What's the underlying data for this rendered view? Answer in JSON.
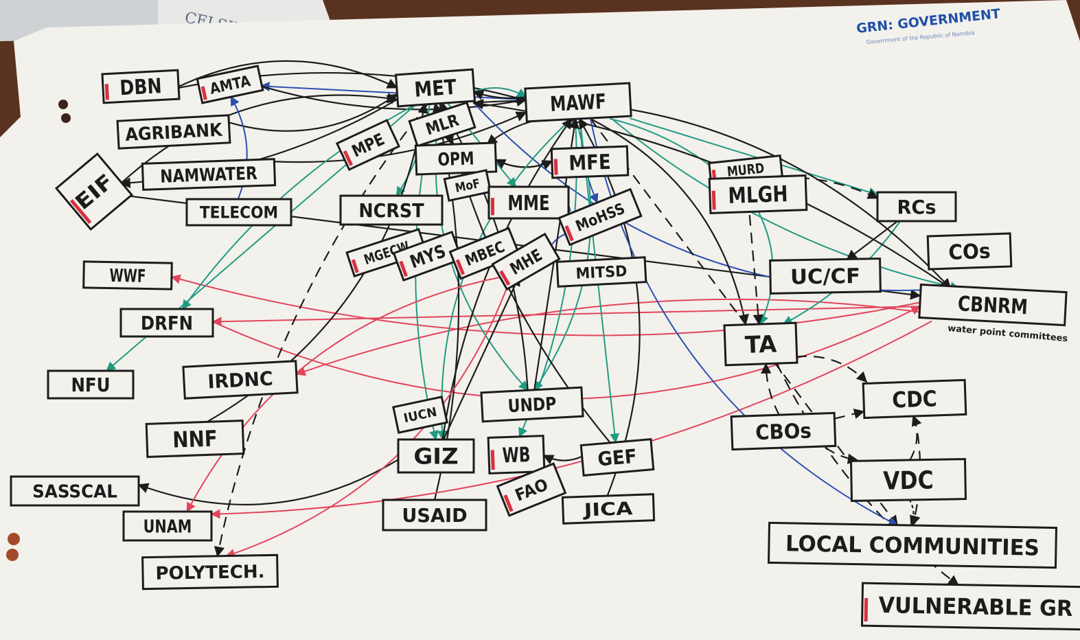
{
  "legend": {
    "title": "GRN: GOVERNMENT",
    "subtitle": "Government of the Republic of Namibia"
  },
  "corner_label": "CELSIUS",
  "nodes": [
    {
      "id": "DBN",
      "label": "DBN"
    },
    {
      "id": "AMTA",
      "label": "AMTA"
    },
    {
      "id": "AGRIBANK",
      "label": "AGRIBANK"
    },
    {
      "id": "EIF",
      "label": "EIF"
    },
    {
      "id": "NAMWATER",
      "label": "NAMWATER"
    },
    {
      "id": "TELECOM",
      "label": "TELECOM"
    },
    {
      "id": "MET",
      "label": "MET"
    },
    {
      "id": "MAWF",
      "label": "MAWF"
    },
    {
      "id": "MLR",
      "label": "MLR"
    },
    {
      "id": "MPE",
      "label": "MPE"
    },
    {
      "id": "OPM",
      "label": "OPM"
    },
    {
      "id": "MFE",
      "label": "MFE"
    },
    {
      "id": "MOF",
      "label": "MoF"
    },
    {
      "id": "NCRST",
      "label": "NCRST"
    },
    {
      "id": "MME",
      "label": "MME"
    },
    {
      "id": "MOHSS",
      "label": "MoHSS"
    },
    {
      "id": "MGECW",
      "label": "MGECW"
    },
    {
      "id": "MYS",
      "label": "MYS"
    },
    {
      "id": "MBEC",
      "label": "MBEC"
    },
    {
      "id": "MHE",
      "label": "MHE"
    },
    {
      "id": "MITSD",
      "label": "MITSD"
    },
    {
      "id": "MURD",
      "label": "MURD"
    },
    {
      "id": "MLGH",
      "label": "MLGH"
    },
    {
      "id": "RCS",
      "label": "RCs"
    },
    {
      "id": "COS",
      "label": "COs"
    },
    {
      "id": "UCCF",
      "label": "UC/CF"
    },
    {
      "id": "CBNRM",
      "label": "CBNRM"
    },
    {
      "id": "WWF",
      "label": "WWF"
    },
    {
      "id": "DRFN",
      "label": "DRFN"
    },
    {
      "id": "TA",
      "label": "TA"
    },
    {
      "id": "NFU",
      "label": "NFU"
    },
    {
      "id": "IRDNC",
      "label": "IRDNC"
    },
    {
      "id": "NNF",
      "label": "NNF"
    },
    {
      "id": "SASSCAL",
      "label": "SASSCAL"
    },
    {
      "id": "UNAM",
      "label": "UNAM"
    },
    {
      "id": "POLYTECH",
      "label": "POLYTECH."
    },
    {
      "id": "IUCN",
      "label": "IUCN"
    },
    {
      "id": "UNDP",
      "label": "UNDP"
    },
    {
      "id": "GIZ",
      "label": "GIZ"
    },
    {
      "id": "WB",
      "label": "WB"
    },
    {
      "id": "GEF",
      "label": "GEF"
    },
    {
      "id": "FAO",
      "label": "FAO"
    },
    {
      "id": "USAID",
      "label": "USAID"
    },
    {
      "id": "JICA",
      "label": "JICA"
    },
    {
      "id": "CDC",
      "label": "CDC"
    },
    {
      "id": "CBOS",
      "label": "CBOs"
    },
    {
      "id": "VDC",
      "label": "VDC"
    },
    {
      "id": "LOCAL",
      "label": "LOCAL COMMUNITIES"
    },
    {
      "id": "VULN",
      "label": "VULNERABLE GR"
    }
  ],
  "cbnrm_note": "water point committees",
  "edges": [
    {
      "from": "DBN",
      "to": "MET",
      "color": "black"
    },
    {
      "from": "DBN",
      "to": "MAWF",
      "color": "black"
    },
    {
      "from": "MAWF",
      "to": "AMTA",
      "color": "blue"
    },
    {
      "from": "AMTA",
      "to": "MAWF",
      "color": "black"
    },
    {
      "from": "AGRIBANK",
      "to": "MET",
      "color": "black"
    },
    {
      "from": "EIF",
      "to": "MET",
      "color": "black"
    },
    {
      "from": "MET",
      "to": "EIF",
      "color": "black"
    },
    {
      "from": "EIF",
      "to": "CBNRM",
      "color": "black"
    },
    {
      "from": "NAMWATER",
      "to": "MAWF",
      "color": "black"
    },
    {
      "from": "TELECOM",
      "to": "AMTA",
      "color": "blue"
    },
    {
      "from": "MET",
      "to": "MAWF",
      "color": "green"
    },
    {
      "from": "MAWF",
      "to": "MET",
      "color": "black"
    },
    {
      "from": "MET",
      "to": "OPM",
      "color": "black"
    },
    {
      "from": "MAWF",
      "to": "OPM",
      "color": "black"
    },
    {
      "from": "OPM",
      "to": "MFE",
      "color": "black"
    },
    {
      "from": "MFE",
      "to": "OPM",
      "color": "black"
    },
    {
      "from": "MAWF",
      "to": "MLGH",
      "color": "green"
    },
    {
      "from": "MAWF",
      "to": "RCS",
      "color": "green"
    },
    {
      "from": "MAWF",
      "to": "CBNRM",
      "color": "green"
    },
    {
      "from": "MET",
      "to": "CBNRM",
      "color": "blue"
    },
    {
      "from": "MAWF",
      "to": "TA",
      "color": "black"
    },
    {
      "from": "MET",
      "to": "NCRST",
      "color": "green"
    },
    {
      "from": "MET",
      "to": "MME",
      "color": "green"
    },
    {
      "from": "MAWF",
      "to": "MOHSS",
      "color": "blue"
    },
    {
      "from": "MME",
      "to": "MOHSS",
      "color": "blue"
    },
    {
      "from": "MHE",
      "to": "MOHSS",
      "color": "blue"
    },
    {
      "from": "CBNRM",
      "to": "WWF",
      "color": "red"
    },
    {
      "from": "CBNRM",
      "to": "DRFN",
      "color": "red"
    },
    {
      "from": "CBNRM",
      "to": "IRDNC",
      "color": "red"
    },
    {
      "from": "DRFN",
      "to": "CBNRM",
      "color": "red"
    },
    {
      "from": "MLGH",
      "to": "TA",
      "color": "green"
    },
    {
      "from": "RCS",
      "to": "TA",
      "color": "green"
    },
    {
      "from": "RCS",
      "to": "UCCF",
      "color": "black"
    },
    {
      "from": "CBNRM",
      "to": "MET",
      "color": "black"
    },
    {
      "from": "MAWF",
      "to": "GIZ",
      "color": "green"
    },
    {
      "from": "MAWF",
      "to": "UNDP",
      "color": "green"
    },
    {
      "from": "MAWF",
      "to": "WB",
      "color": "green"
    },
    {
      "from": "MAWF",
      "to": "GEF",
      "color": "green"
    },
    {
      "from": "MET",
      "to": "GIZ",
      "color": "green"
    },
    {
      "from": "MET",
      "to": "UNDP",
      "color": "green"
    },
    {
      "from": "GIZ",
      "to": "SASSCAL",
      "color": "black"
    },
    {
      "from": "GIZ",
      "to": "MAWF",
      "color": "black"
    },
    {
      "from": "GIZ",
      "to": "MHE",
      "color": "black"
    },
    {
      "from": "USAID",
      "to": "MET",
      "color": "black"
    },
    {
      "from": "JICA",
      "to": "MAWF",
      "color": "black"
    },
    {
      "from": "GEF",
      "to": "WB",
      "color": "black"
    },
    {
      "from": "GEF",
      "to": "MET",
      "color": "black"
    },
    {
      "from": "UNDP",
      "to": "MAWF",
      "color": "black"
    },
    {
      "from": "UNDP",
      "to": "MET",
      "color": "black"
    },
    {
      "from": "MHE",
      "to": "UNAM",
      "color": "red"
    },
    {
      "from": "MHE",
      "to": "POLYTECH",
      "color": "red"
    },
    {
      "from": "CBNRM",
      "to": "UNAM",
      "color": "red"
    },
    {
      "from": "MET",
      "to": "NFU",
      "color": "green"
    },
    {
      "from": "MET",
      "to": "DRFN",
      "color": "green"
    },
    {
      "from": "NNF",
      "to": "MET",
      "color": "black"
    },
    {
      "from": "TA",
      "to": "CDC",
      "color": "black",
      "style": "dashed"
    },
    {
      "from": "CBOS",
      "to": "TA",
      "color": "black",
      "style": "dashed"
    },
    {
      "from": "CBOS",
      "to": "CDC",
      "color": "black",
      "style": "dashed"
    },
    {
      "from": "CBOS",
      "to": "VDC",
      "color": "black",
      "style": "dashed"
    },
    {
      "from": "VDC",
      "to": "CDC",
      "color": "black",
      "style": "dashed"
    },
    {
      "from": "VDC",
      "to": "LOCAL",
      "color": "black",
      "style": "dotted"
    },
    {
      "from": "CDC",
      "to": "LOCAL",
      "color": "black",
      "style": "dashed"
    },
    {
      "from": "MAWF",
      "to": "LOCAL",
      "color": "black",
      "style": "dashed"
    },
    {
      "from": "TA",
      "to": "VULN",
      "color": "black",
      "style": "dashed"
    },
    {
      "from": "MAWF",
      "to": "LOCAL",
      "color": "blue"
    },
    {
      "from": "MET",
      "to": "CBNRM",
      "color": "black"
    },
    {
      "from": "MURD",
      "to": "RCS",
      "color": "black",
      "style": "dashed"
    },
    {
      "from": "MURD",
      "to": "TA",
      "color": "black",
      "style": "dashed"
    },
    {
      "from": "MET",
      "to": "POLYTECH",
      "color": "black",
      "style": "dashed"
    }
  ],
  "colors": {
    "paper": "#f3f1ec",
    "ink": "#1c1c1c",
    "green": "#1f9b82",
    "red": "#e2455a",
    "blue": "#2a4fb0",
    "background": "#4a2a1a",
    "tag": "#d93040"
  }
}
